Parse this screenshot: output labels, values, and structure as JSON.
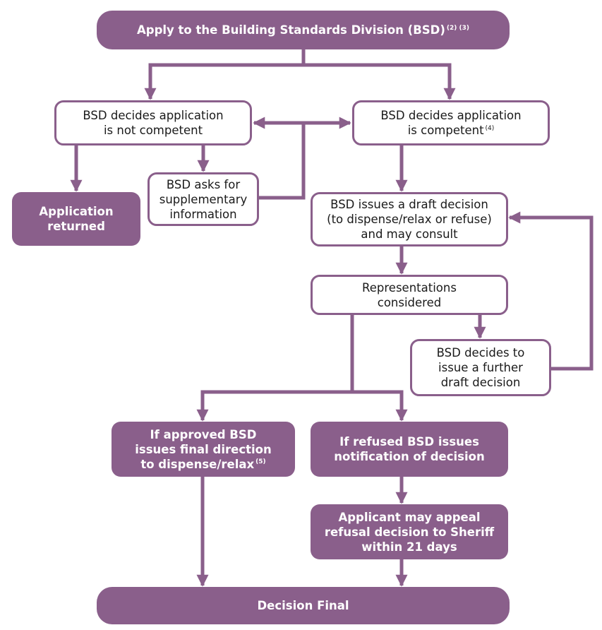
{
  "diagram": {
    "colors": {
      "accent": "#8a5f8b",
      "box_fill": "#ffffff",
      "text_dark": "#1a1a1a",
      "text_light": "#ffffff"
    },
    "nodes": {
      "apply": {
        "text": "Apply to the Building Standards Division (BSD)",
        "superscript": "(2) (3)"
      },
      "not_competent": {
        "lines": [
          "BSD decides application",
          "is not competent"
        ]
      },
      "competent": {
        "lines": [
          "BSD decides application",
          "is competent"
        ],
        "superscript": "(4)"
      },
      "supplementary": {
        "lines": [
          "BSD asks for",
          "supplementary",
          "information"
        ]
      },
      "returned": {
        "lines": [
          "Application",
          "returned"
        ]
      },
      "draft_decision": {
        "lines": [
          "BSD issues a draft decision",
          "(to dispense/relax or refuse)",
          "and may consult"
        ]
      },
      "representations": {
        "lines": [
          "Representations",
          "considered"
        ]
      },
      "further_draft": {
        "lines": [
          "BSD decides to",
          "issue a further",
          "draft decision"
        ]
      },
      "approved": {
        "lines": [
          "If approved BSD",
          "issues final direction",
          "to dispense/relax"
        ],
        "superscript": "(5)"
      },
      "refused": {
        "lines": [
          "If refused BSD issues",
          "notification of decision"
        ]
      },
      "appeal": {
        "lines": [
          "Applicant may appeal",
          "refusal decision to Sheriff",
          "within 21 days"
        ]
      },
      "final": {
        "text": "Decision Final"
      }
    }
  }
}
